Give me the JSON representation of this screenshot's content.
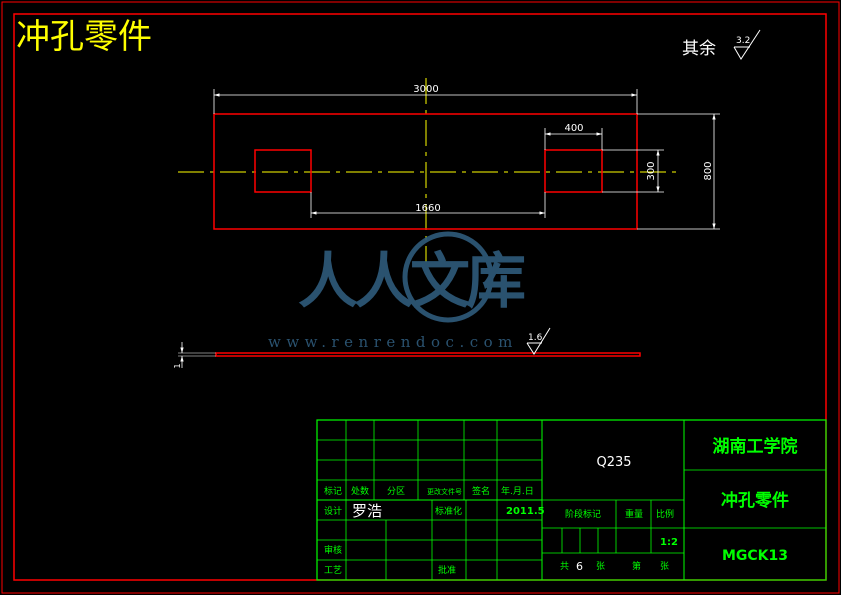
{
  "title": "冲孔零件",
  "roughness_note": {
    "label": "其余",
    "value": "3.2"
  },
  "thickness_roughness": "1.6",
  "dimensions": {
    "overall_width": "3000",
    "hole_width": "400",
    "hole_height": "300",
    "overall_height": "800",
    "hole_spacing": "1660",
    "thickness": "1"
  },
  "watermark": {
    "brand": "人人文库",
    "url": "www.renrendoc.com"
  },
  "title_block": {
    "material": "Q235",
    "school": "湖南工学院",
    "part_name": "冲孔零件",
    "drawing_number": "MGCK13",
    "scale_value": "1:2",
    "designer": "罗浩",
    "date": "2011.5",
    "headers": {
      "mark": "标记",
      "count": "处数",
      "zone": "分区",
      "change_doc": "更改文件号",
      "signature": "签名",
      "ymd": "年.月.日"
    },
    "labels": {
      "design": "设计",
      "standardization": "标准化",
      "review": "审核",
      "process": "工艺",
      "approve": "批准",
      "stage_mark": "阶段标记",
      "weight": "重量",
      "scale": "比例",
      "total": "共",
      "sheets": "张",
      "sheet_index": "6",
      "page": "第",
      "sheet2": "张"
    }
  },
  "colors": {
    "background": "#000000",
    "border": "#ff0000",
    "part_outline": "#ff0000",
    "dimension": "#ffffff",
    "centerline": "#ffff00",
    "title_block_line": "#00ff00",
    "title_text": "#ffff00",
    "block_text": "#00ff00",
    "watermark": "#2f5b7c"
  }
}
